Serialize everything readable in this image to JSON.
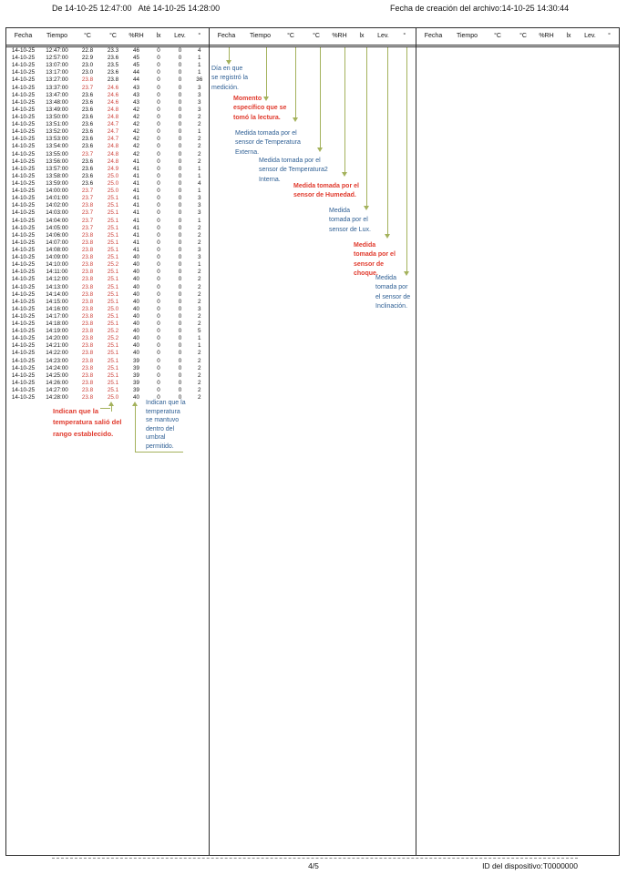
{
  "header": {
    "date_range": "De 14-10-25 12:47:00   Até 14-10-25 14:28:00",
    "file_creation": "Fecha de creación del archivo:14-10-25 14:30:44"
  },
  "table": {
    "columns": [
      "Fecha",
      "Tiempo",
      "°C",
      "°C",
      "%RH",
      "lx",
      "Lev.",
      "°"
    ],
    "rows": [
      [
        "14-10-25",
        "12:47:00",
        "22.8",
        "23.3",
        "46",
        "0",
        "0",
        "4",
        0,
        0
      ],
      [
        "14-10-25",
        "12:57:00",
        "22.9",
        "23.6",
        "45",
        "0",
        "0",
        "1",
        0,
        0
      ],
      [
        "14-10-25",
        "13:07:00",
        "23.0",
        "23.5",
        "45",
        "0",
        "0",
        "1",
        0,
        0
      ],
      [
        "14-10-25",
        "13:17:00",
        "23.0",
        "23.6",
        "44",
        "0",
        "0",
        "1",
        0,
        0
      ],
      [
        "14-10-25",
        "13:27:00",
        "23.8",
        "23.8",
        "44",
        "0",
        "0",
        "36",
        1,
        0
      ],
      [
        "14-10-25",
        "13:37:00",
        "23.7",
        "24.6",
        "43",
        "0",
        "0",
        "3",
        1,
        1
      ],
      [
        "14-10-25",
        "13:47:00",
        "23.6",
        "24.6",
        "43",
        "0",
        "0",
        "3",
        0,
        1
      ],
      [
        "14-10-25",
        "13:48:00",
        "23.6",
        "24.6",
        "43",
        "0",
        "0",
        "3",
        0,
        1
      ],
      [
        "14-10-25",
        "13:49:00",
        "23.6",
        "24.8",
        "42",
        "0",
        "0",
        "3",
        0,
        1
      ],
      [
        "14-10-25",
        "13:50:00",
        "23.6",
        "24.8",
        "42",
        "0",
        "0",
        "2",
        0,
        1
      ],
      [
        "14-10-25",
        "13:51:00",
        "23.6",
        "24.7",
        "42",
        "0",
        "0",
        "2",
        0,
        1
      ],
      [
        "14-10-25",
        "13:52:00",
        "23.6",
        "24.7",
        "42",
        "0",
        "0",
        "1",
        0,
        1
      ],
      [
        "14-10-25",
        "13:53:00",
        "23.6",
        "24.7",
        "42",
        "0",
        "0",
        "2",
        0,
        1
      ],
      [
        "14-10-25",
        "13:54:00",
        "23.6",
        "24.8",
        "42",
        "0",
        "0",
        "2",
        0,
        1
      ],
      [
        "14-10-25",
        "13:55:00",
        "23.7",
        "24.8",
        "42",
        "0",
        "0",
        "2",
        1,
        1
      ],
      [
        "14-10-25",
        "13:56:00",
        "23.6",
        "24.8",
        "41",
        "0",
        "0",
        "2",
        0,
        1
      ],
      [
        "14-10-25",
        "13:57:00",
        "23.6",
        "24.9",
        "41",
        "0",
        "0",
        "1",
        0,
        1
      ],
      [
        "14-10-25",
        "13:58:00",
        "23.6",
        "25.0",
        "41",
        "0",
        "0",
        "1",
        0,
        1
      ],
      [
        "14-10-25",
        "13:59:00",
        "23.6",
        "25.0",
        "41",
        "0",
        "0",
        "4",
        0,
        1
      ],
      [
        "14-10-25",
        "14:00:00",
        "23.7",
        "25.0",
        "41",
        "0",
        "0",
        "1",
        1,
        1
      ],
      [
        "14-10-25",
        "14:01:00",
        "23.7",
        "25.1",
        "41",
        "0",
        "0",
        "3",
        1,
        1
      ],
      [
        "14-10-25",
        "14:02:00",
        "23.8",
        "25.1",
        "41",
        "0",
        "0",
        "3",
        1,
        1
      ],
      [
        "14-10-25",
        "14:03:00",
        "23.7",
        "25.1",
        "41",
        "0",
        "0",
        "3",
        1,
        1
      ],
      [
        "14-10-25",
        "14:04:00",
        "23.7",
        "25.1",
        "41",
        "0",
        "0",
        "1",
        1,
        1
      ],
      [
        "14-10-25",
        "14:05:00",
        "23.7",
        "25.1",
        "41",
        "0",
        "0",
        "2",
        1,
        1
      ],
      [
        "14-10-25",
        "14:06:00",
        "23.8",
        "25.1",
        "41",
        "0",
        "0",
        "2",
        1,
        1
      ],
      [
        "14-10-25",
        "14:07:00",
        "23.8",
        "25.1",
        "41",
        "0",
        "0",
        "2",
        1,
        1
      ],
      [
        "14-10-25",
        "14:08:00",
        "23.8",
        "25.1",
        "41",
        "0",
        "0",
        "3",
        1,
        1
      ],
      [
        "14-10-25",
        "14:09:00",
        "23.8",
        "25.1",
        "40",
        "0",
        "0",
        "3",
        1,
        1
      ],
      [
        "14-10-25",
        "14:10:00",
        "23.8",
        "25.2",
        "40",
        "0",
        "0",
        "1",
        1,
        1
      ],
      [
        "14-10-25",
        "14:11:00",
        "23.8",
        "25.1",
        "40",
        "0",
        "0",
        "2",
        1,
        1
      ],
      [
        "14-10-25",
        "14:12:00",
        "23.8",
        "25.1",
        "40",
        "0",
        "0",
        "2",
        1,
        1
      ],
      [
        "14-10-25",
        "14:13:00",
        "23.8",
        "25.1",
        "40",
        "0",
        "0",
        "2",
        1,
        1
      ],
      [
        "14-10-25",
        "14:14:00",
        "23.8",
        "25.1",
        "40",
        "0",
        "0",
        "2",
        1,
        1
      ],
      [
        "14-10-25",
        "14:15:00",
        "23.8",
        "25.1",
        "40",
        "0",
        "0",
        "2",
        1,
        1
      ],
      [
        "14-10-25",
        "14:16:00",
        "23.8",
        "25.0",
        "40",
        "0",
        "0",
        "3",
        1,
        1
      ],
      [
        "14-10-25",
        "14:17:00",
        "23.8",
        "25.1",
        "40",
        "0",
        "0",
        "2",
        1,
        1
      ],
      [
        "14-10-25",
        "14:18:00",
        "23.8",
        "25.1",
        "40",
        "0",
        "0",
        "2",
        1,
        1
      ],
      [
        "14-10-25",
        "14:19:00",
        "23.8",
        "25.2",
        "40",
        "0",
        "0",
        "5",
        1,
        1
      ],
      [
        "14-10-25",
        "14:20:00",
        "23.8",
        "25.2",
        "40",
        "0",
        "0",
        "1",
        1,
        1
      ],
      [
        "14-10-25",
        "14:21:00",
        "23.8",
        "25.1",
        "40",
        "0",
        "0",
        "1",
        1,
        1
      ],
      [
        "14-10-25",
        "14:22:00",
        "23.8",
        "25.1",
        "40",
        "0",
        "0",
        "2",
        1,
        1
      ],
      [
        "14-10-25",
        "14:23:00",
        "23.8",
        "25.1",
        "39",
        "0",
        "0",
        "2",
        1,
        1
      ],
      [
        "14-10-25",
        "14:24:00",
        "23.8",
        "25.1",
        "39",
        "0",
        "0",
        "2",
        1,
        1
      ],
      [
        "14-10-25",
        "14:25:00",
        "23.8",
        "25.1",
        "39",
        "0",
        "0",
        "2",
        1,
        1
      ],
      [
        "14-10-25",
        "14:26:00",
        "23.8",
        "25.1",
        "39",
        "0",
        "0",
        "2",
        1,
        1
      ],
      [
        "14-10-25",
        "14:27:00",
        "23.8",
        "25.1",
        "39",
        "0",
        "0",
        "2",
        1,
        1
      ],
      [
        "14-10-25",
        "14:28:00",
        "23.8",
        "25.0",
        "40",
        "0",
        "0",
        "2",
        1,
        1
      ]
    ]
  },
  "annotations": {
    "column_notes": [
      {
        "column": "Fecha",
        "color": "blue",
        "text": "Día en que\nse registró la\nmedición."
      },
      {
        "column": "Tiempo",
        "color": "red",
        "text": "Momento\nespecífico que se\ntomó la lectura."
      },
      {
        "column": "°C",
        "color": "blue",
        "text": "Medida tomada por el\nsensor de Temperatura\nExterna."
      },
      {
        "column": "°C",
        "color": "blue",
        "text": "Medida tomada por el\nsensor de Temperatura2\nInterna."
      },
      {
        "column": "%RH",
        "color": "red",
        "text": "Medida tomada por el\nsensor de Humedad."
      },
      {
        "column": "lx",
        "color": "blue",
        "text": "Medida\ntomada por el\nsensor de Lux."
      },
      {
        "column": "Lev.",
        "color": "red",
        "text": "Medida\ntomada por el\nsensor de\nchoque."
      },
      {
        "column": "°",
        "color": "blue",
        "text": "Medida\ntomada por\nel sensor de\nInclinación."
      }
    ],
    "out_of_range": {
      "color": "red",
      "text": "Indican que la\ntemperatura salió del\nrango establecido."
    },
    "within_range": {
      "color": "blue",
      "text": "Indican que la\ntemperatura\nse mantuvo\ndentro del\numbral\npermitido."
    }
  },
  "footer": {
    "page": "4/5",
    "device_id": "ID del dispositivo:T0000000"
  },
  "colors": {
    "alert_red": "#cc3f38",
    "note_red": "#e03a2d",
    "note_blue": "#2e5f94",
    "arrow_olive": "#a4b25c",
    "border_dark": "#2e2e2e"
  }
}
